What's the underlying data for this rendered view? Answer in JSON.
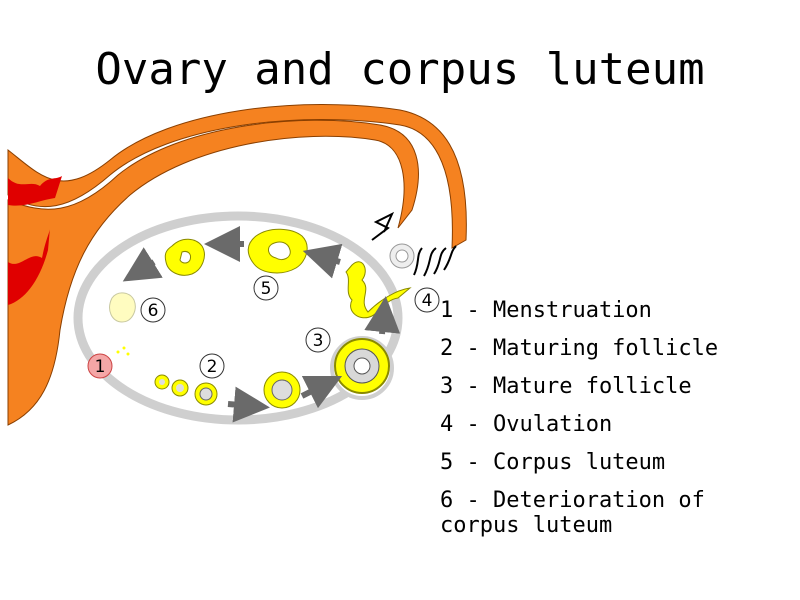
{
  "title": "Ovary and corpus luteum",
  "colors": {
    "tube": "#f58220",
    "tube_stroke": "#8a3f00",
    "menstrual": "#e00000",
    "ovary_rim": "#cfcfcf",
    "follicle": "#ffff00",
    "follicle_stroke": "#8a8a00",
    "arrow": "#6a6a6a",
    "marker_1": "#f4a6a6"
  },
  "stage_markers": [
    "1",
    "2",
    "3",
    "4",
    "5",
    "6"
  ],
  "legend": [
    "1 - Menstruation",
    "2 - Maturing follicle",
    "3 - Mature follicle",
    "4 - Ovulation",
    "5 - Corpus luteum",
    "6 - Deterioration of corpus luteum"
  ]
}
